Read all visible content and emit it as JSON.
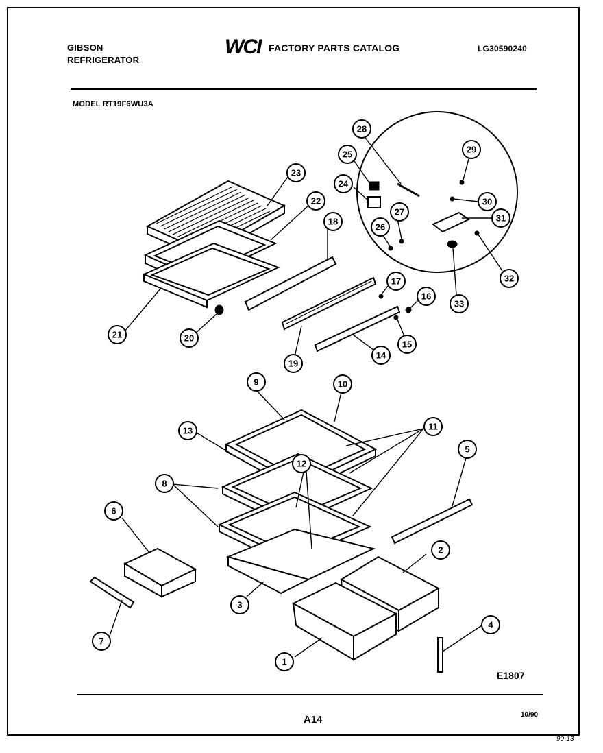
{
  "header": {
    "brand_line1": "GIBSON",
    "brand_line2": "REFRIGERATOR",
    "logo": "WCI",
    "catalog_title": "FACTORY PARTS CATALOG",
    "catalog_number": "LG30590240",
    "model": "MODEL RT19F6WU3A"
  },
  "diagram": {
    "figure_code": "E1807",
    "callouts": [
      "1",
      "2",
      "3",
      "4",
      "5",
      "6",
      "7",
      "8",
      "9",
      "10",
      "11",
      "12",
      "13",
      "14",
      "15",
      "16",
      "17",
      "18",
      "19",
      "20",
      "21",
      "22",
      "23",
      "24",
      "25",
      "26",
      "27",
      "28",
      "29",
      "30",
      "31",
      "32",
      "33"
    ]
  },
  "footer": {
    "page_code": "A14",
    "date": "10/90",
    "handwritten_note": "90-13"
  }
}
